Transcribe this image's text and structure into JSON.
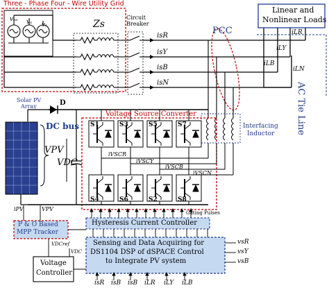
{
  "grid": {
    "title": "Three - Phase Four - Wire Utility Grid",
    "vsa": "vₛₐ",
    "vsb": "vₛ",
    "vsc": "vₛ",
    "zs": "Zs"
  },
  "breaker": {
    "label_1": "Circuit",
    "label_2": "Breaker"
  },
  "currents": {
    "isR": "isR",
    "isY": "isY",
    "isB": "isB",
    "isN": "isN",
    "iLR": "iLR",
    "iLY": "iLY",
    "iLB": "iLB",
    "iLN": "iLN",
    "iVSCR": "iVSCR",
    "iVSCY": "iVSCY",
    "iVSCB": "iVSCB",
    "iVSCN": "iVSCN"
  },
  "pcc": "PCC",
  "loads": {
    "line1": "Linear and",
    "line2": "Nonlinear Loads"
  },
  "ac_tie": "AC Tie Line",
  "pv": {
    "array_1": "Solar PV",
    "array_2": "Array",
    "diode": "D",
    "dc_bus": "DC bus",
    "vpv": "VPV",
    "vdc": "VDC",
    "ipv": "iPV",
    "vpv_small": "VPV"
  },
  "vsc": {
    "title": "Voltage Source Converter",
    "switches": [
      "S1",
      "S3",
      "S5",
      "S7",
      "S4",
      "S6",
      "S2",
      "S8"
    ]
  },
  "inductor": {
    "line1": "Interfacing",
    "line2": "Inductor"
  },
  "gating": "Gating Pulses",
  "hcc": "Hysteresis Current Controller",
  "mppt": {
    "line1": "P & O Based",
    "line2": "MPP Tracker"
  },
  "vdcref": "VDCref",
  "vdc_small": "VDC",
  "vc": {
    "line1": "Voltage",
    "line2": "Controller"
  },
  "dsp": {
    "line1": "Sensing and Data Acquiring for",
    "line2": "DS1104 DSP of dSPACE Control",
    "line3": "to Integrate PV system"
  },
  "dsp_inputs_right": [
    "vsR",
    "vsY",
    "vsB"
  ],
  "dsp_inputs_bottom": [
    "isR",
    "isB",
    "isB",
    "iLR",
    "iLY",
    "iLB"
  ],
  "colors": {
    "blue": "#1f3b8c",
    "red": "#c00000",
    "fill": "#c5d9f1"
  }
}
